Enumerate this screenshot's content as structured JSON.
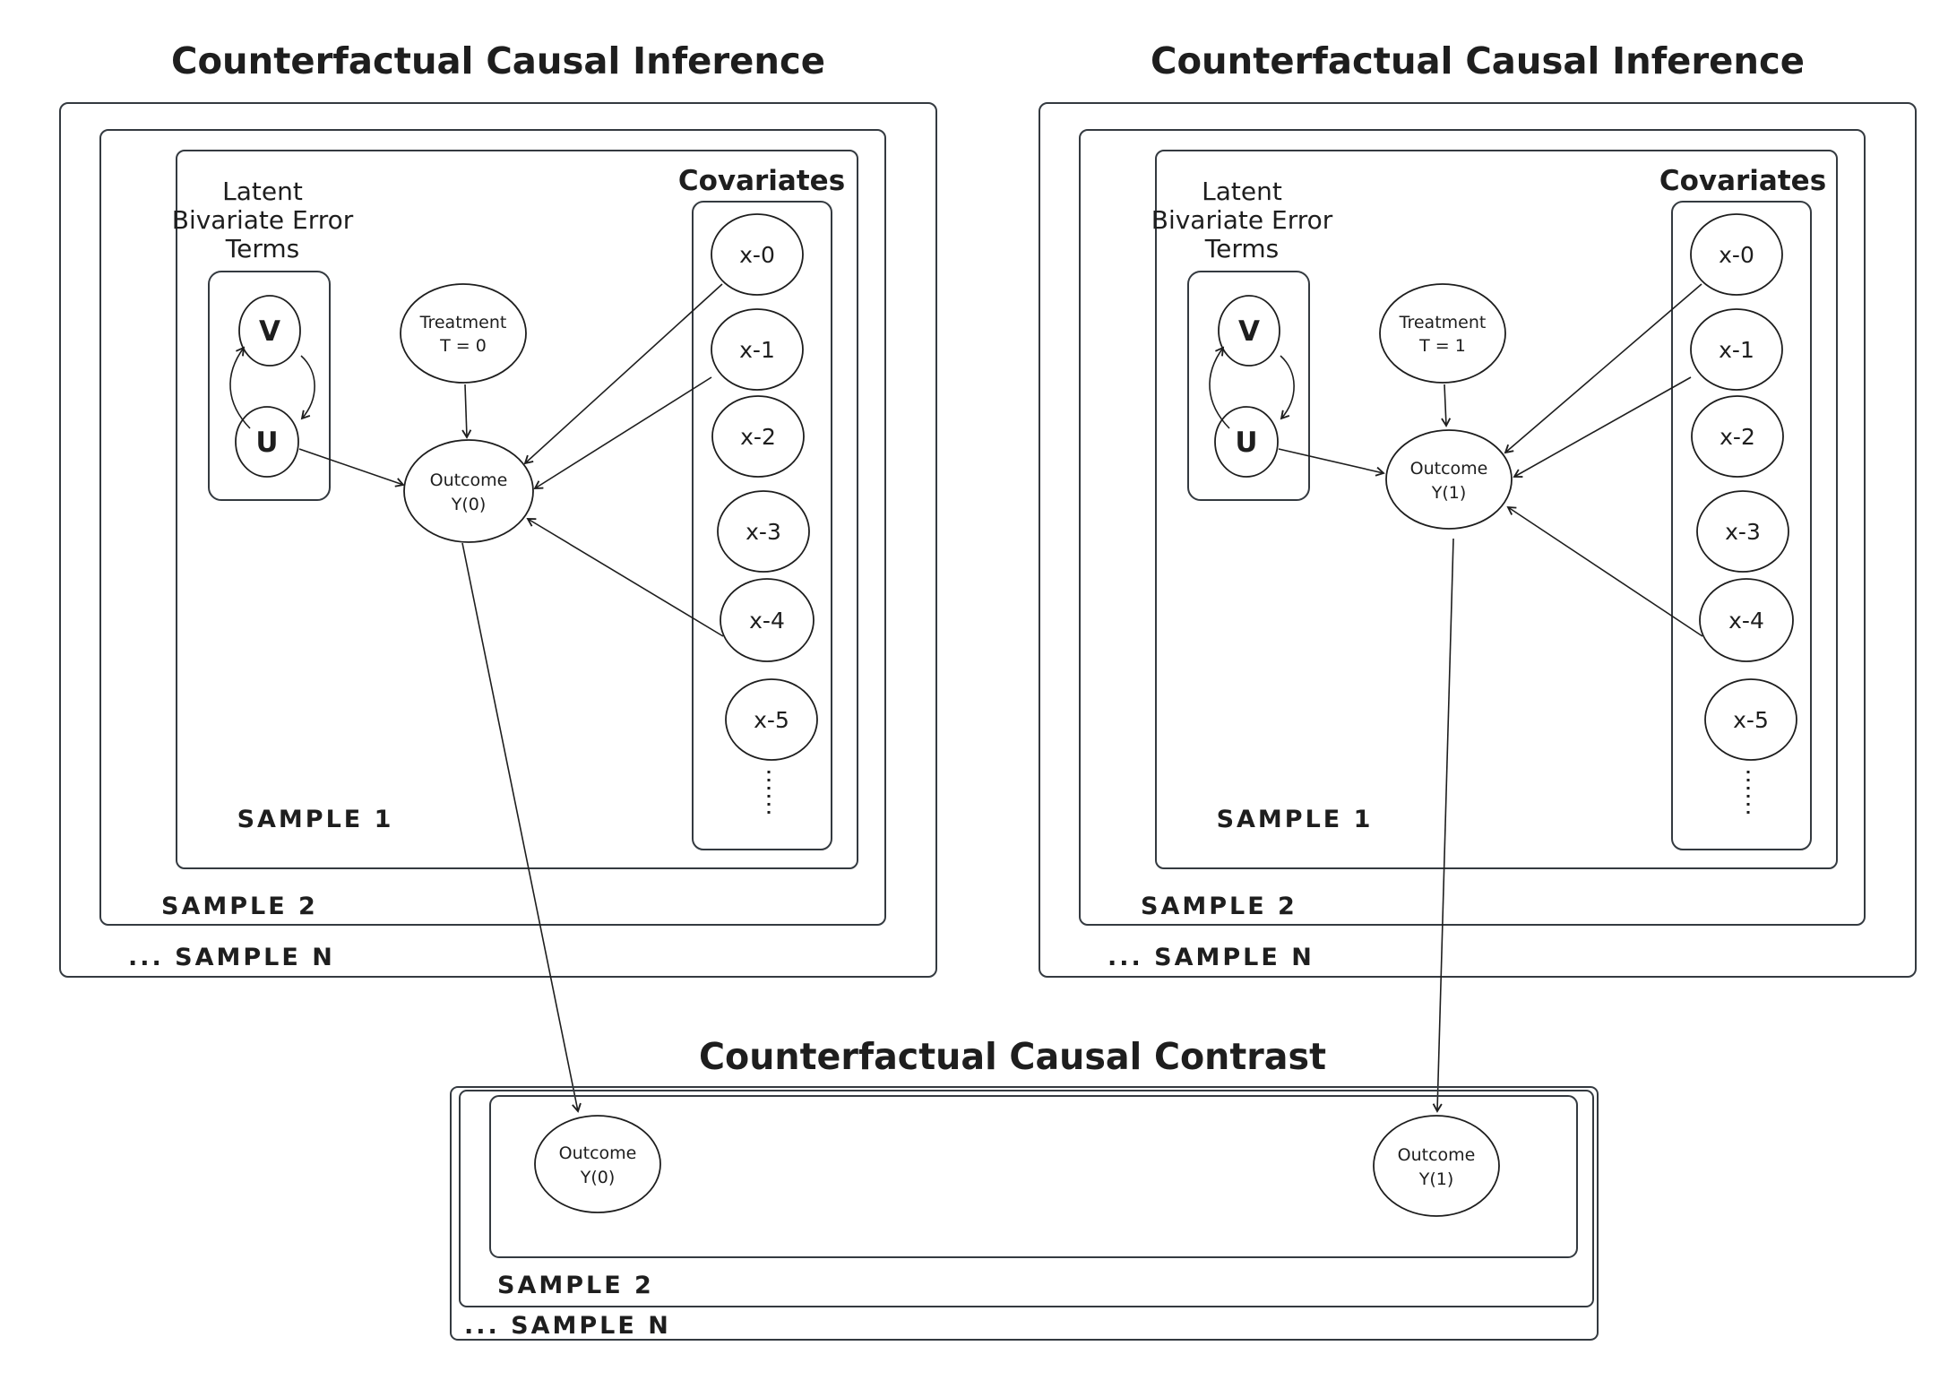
{
  "colors": {
    "control_fill": "#a5d8ff",
    "treated_fill": "#ffc9c9",
    "stroke": "#1e1e1e",
    "box_stroke": "#343a40",
    "background": "#ffffff"
  },
  "titles": {
    "left": "Counterfactual Causal Inference",
    "right": "Counterfactual Causal Inference",
    "bottom": "Counterfactual Causal Contrast"
  },
  "panels": {
    "left": {
      "latent_label_lines": [
        "Latent",
        "Bivariate Error",
        "Terms"
      ],
      "error_node_v": "V",
      "error_node_u": "U",
      "treatment_line1": "Treatment",
      "treatment_line2": "T = 0",
      "outcome_line1": "Outcome",
      "outcome_line2": "Y(0)",
      "covariates_title": "Covariates",
      "covariates": [
        "x-0",
        "x-1",
        "x-2",
        "x-3",
        "x-4",
        "x-5"
      ],
      "sample_labels": [
        "SAMPLE 1",
        "SAMPLE 2",
        "... SAMPLE N"
      ]
    },
    "right": {
      "latent_label_lines": [
        "Latent",
        "Bivariate Error",
        "Terms"
      ],
      "error_node_v": "V",
      "error_node_u": "U",
      "treatment_line1": "Treatment",
      "treatment_line2": "T = 1",
      "outcome_line1": "Outcome",
      "outcome_line2": "Y(1)",
      "covariates_title": "Covariates",
      "covariates": [
        "x-0",
        "x-1",
        "x-2",
        "x-3",
        "x-4",
        "x-5"
      ],
      "sample_labels": [
        "SAMPLE 1",
        "SAMPLE 2",
        "... SAMPLE N"
      ]
    },
    "bottom": {
      "outcome_left_line1": "Outcome",
      "outcome_left_line2": "Y(0)",
      "outcome_right_line1": "Outcome",
      "outcome_right_line2": "Y(1)",
      "sample_labels": [
        "SAMPLE 2",
        "... SAMPLE N"
      ]
    }
  }
}
